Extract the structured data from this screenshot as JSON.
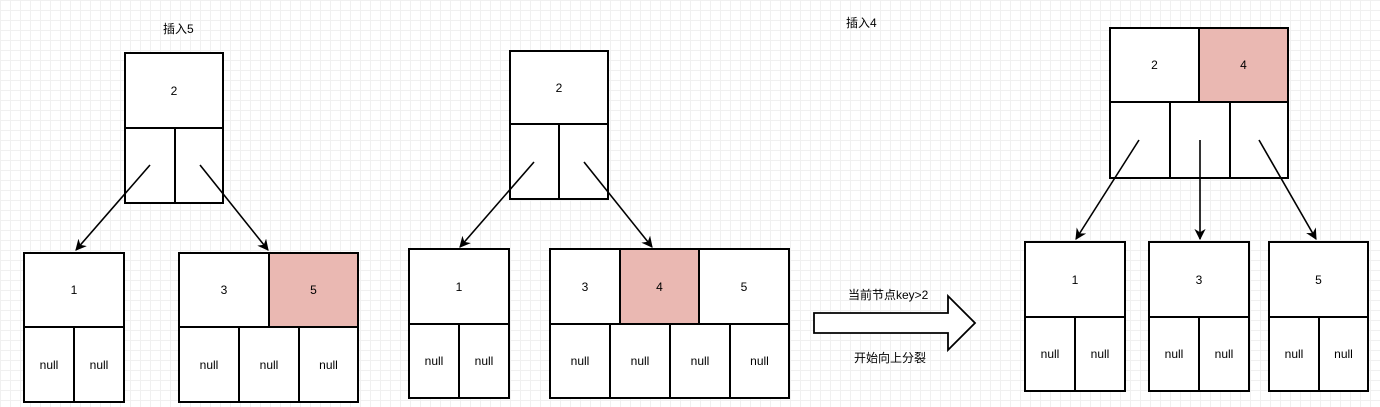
{
  "captions": {
    "insert5": "插入5",
    "insert4": "插入4",
    "condition": "当前节点key>2",
    "action": "开始向上分裂"
  },
  "null_label": "null",
  "highlight_color": "#eab8b2",
  "trees": [
    {
      "step": "insert 5",
      "root": {
        "keys": [
          "2"
        ],
        "highlight": []
      },
      "children": [
        {
          "keys": [
            "1"
          ],
          "highlight": []
        },
        {
          "keys": [
            "3",
            "5"
          ],
          "highlight": [
            1
          ]
        }
      ]
    },
    {
      "step": "insert 4",
      "root": {
        "keys": [
          "2"
        ],
        "highlight": []
      },
      "children": [
        {
          "keys": [
            "1"
          ],
          "highlight": []
        },
        {
          "keys": [
            "3",
            "4",
            "5"
          ],
          "highlight": [
            1
          ]
        }
      ]
    },
    {
      "step": "after split",
      "root": {
        "keys": [
          "2",
          "4"
        ],
        "highlight": [
          1
        ]
      },
      "children": [
        {
          "keys": [
            "1"
          ],
          "highlight": []
        },
        {
          "keys": [
            "3"
          ],
          "highlight": []
        },
        {
          "keys": [
            "5"
          ],
          "highlight": []
        }
      ]
    }
  ]
}
